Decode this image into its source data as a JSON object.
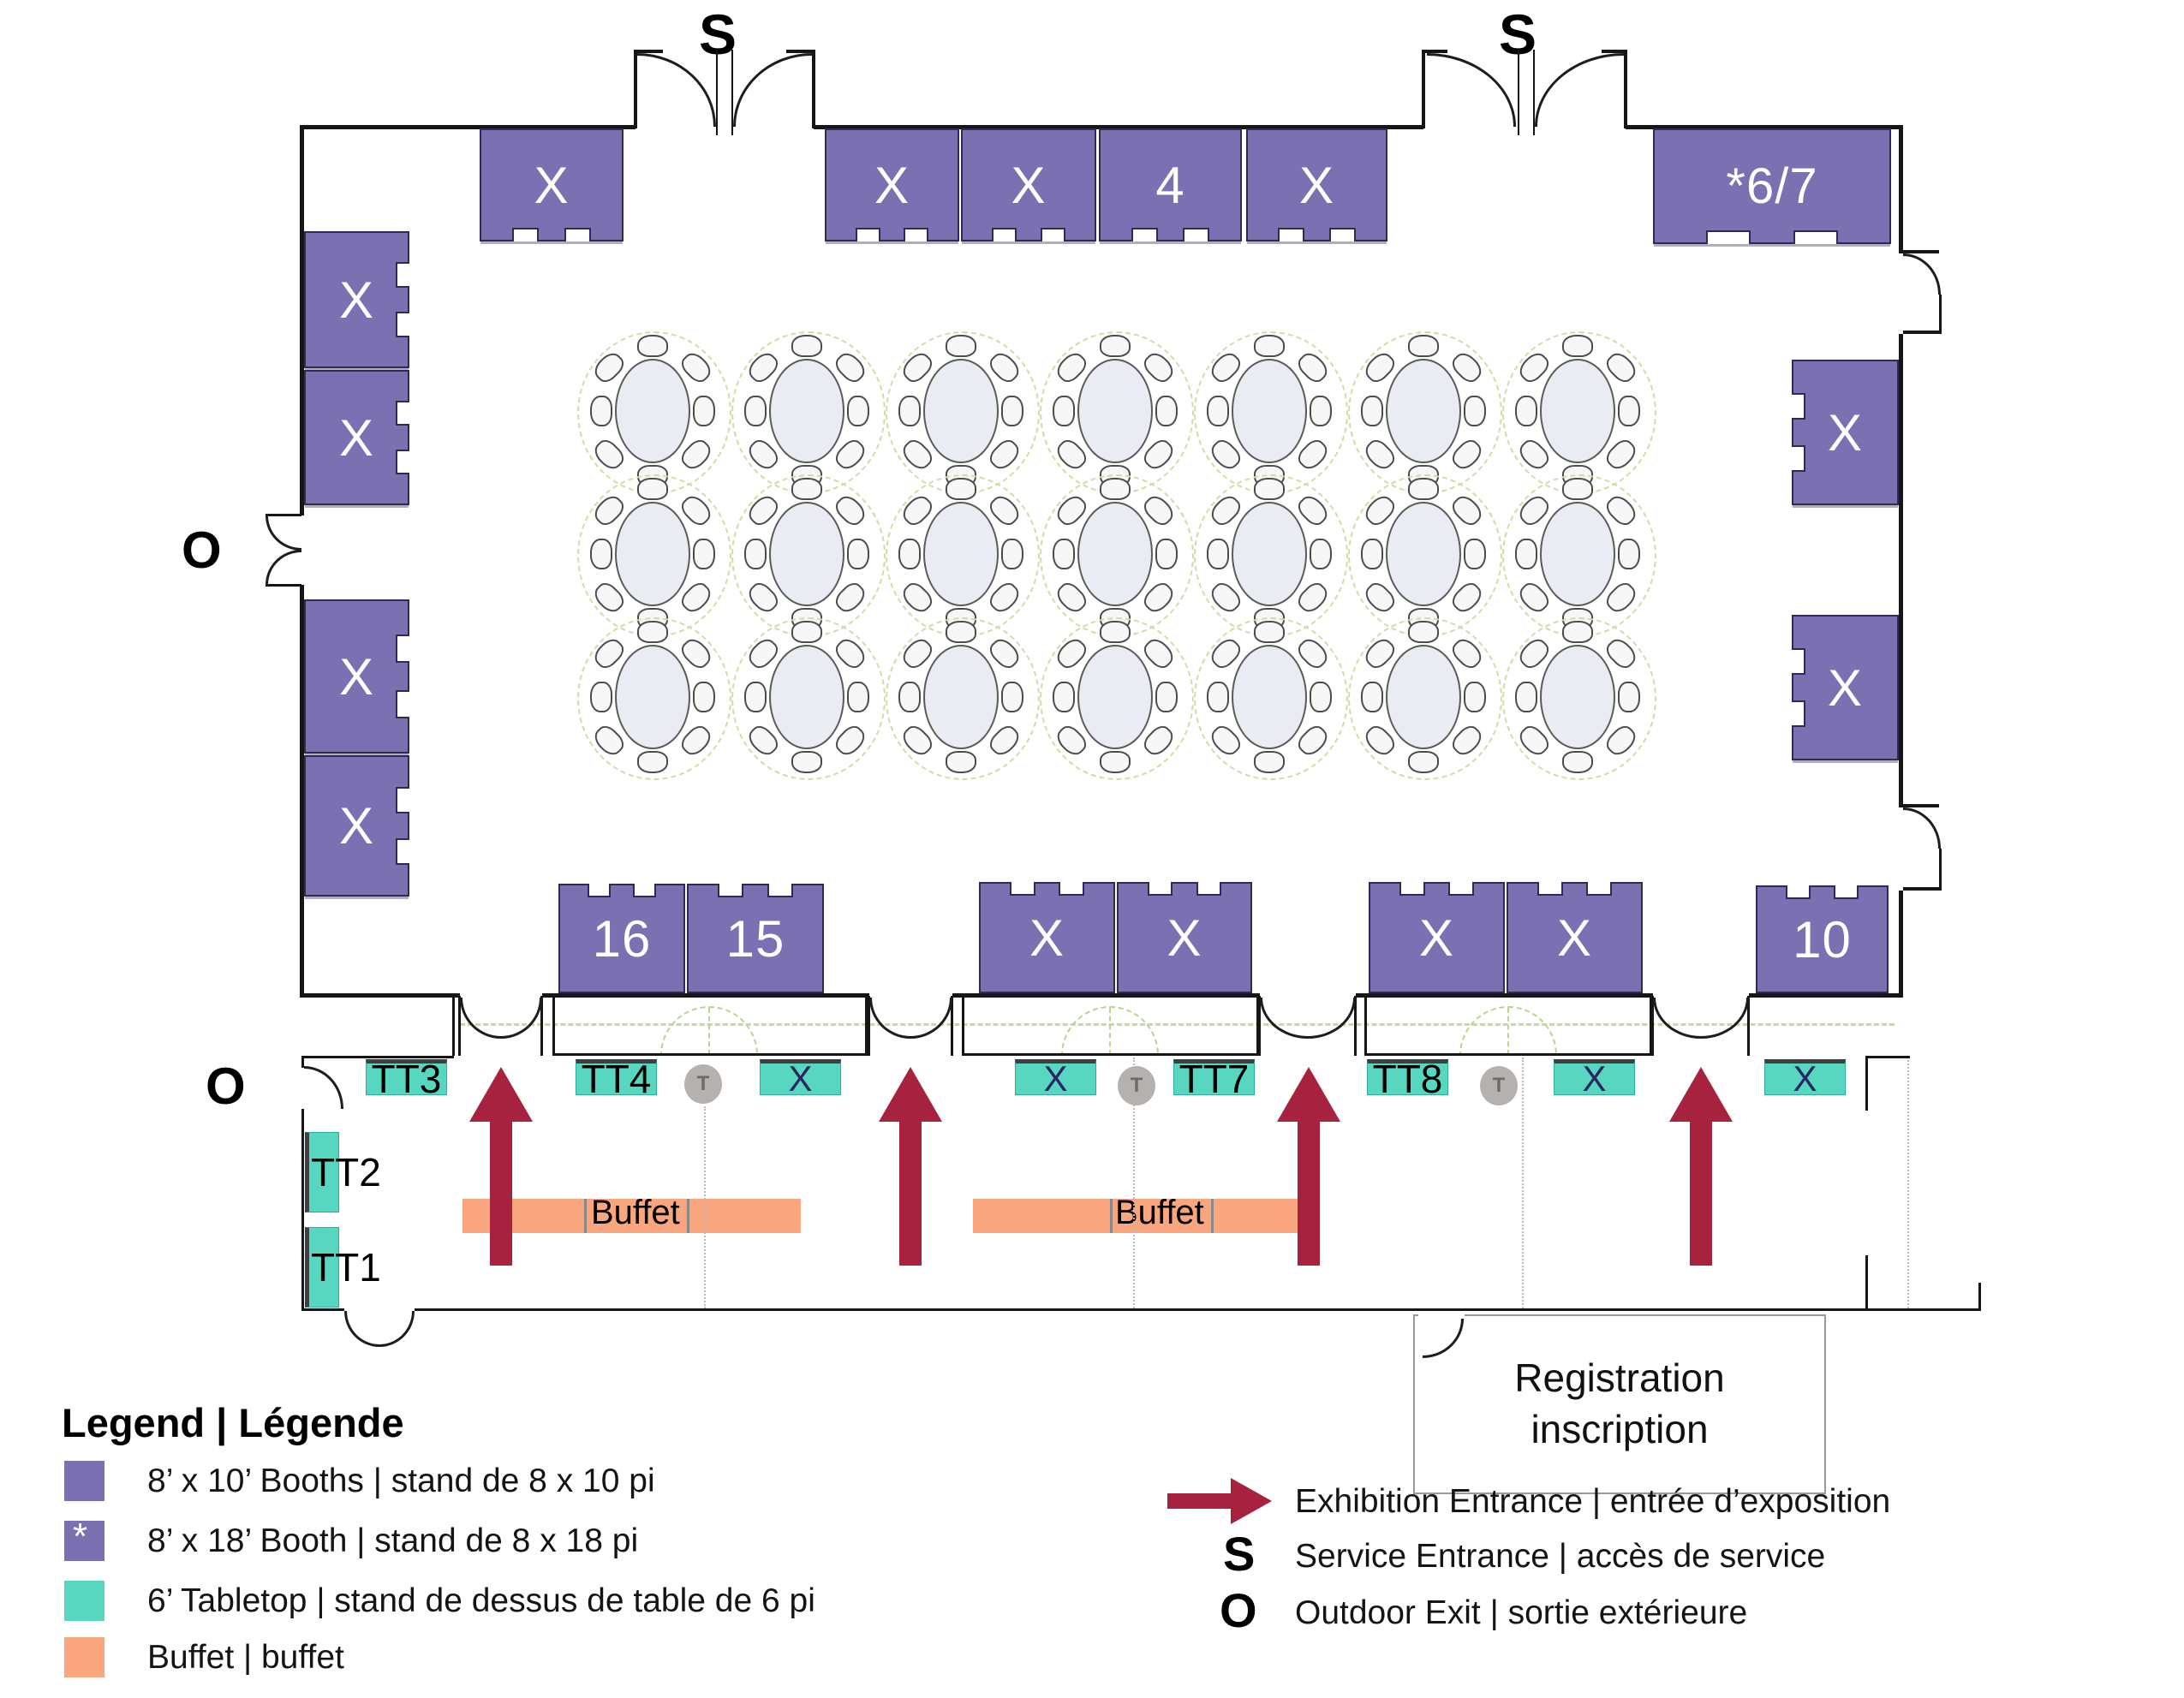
{
  "plan": {
    "service_entrance_label": "S",
    "outdoor_exit_label": "O",
    "registration": {
      "line1": "Registration",
      "line2": "inscription"
    },
    "buffet_label": "Buffet",
    "booths": {
      "top": [
        "X",
        "X",
        "X",
        "4",
        "X",
        "*6/7"
      ],
      "left": [
        "X",
        "X",
        "X",
        "X"
      ],
      "right": [
        "X",
        "X"
      ],
      "bottom": [
        "16",
        "15",
        "X",
        "X",
        "X",
        "X",
        "10"
      ]
    },
    "tabletops": {
      "horizontal": [
        "TT3",
        "TT4",
        "X",
        "X",
        "TT7",
        "TT8",
        "X",
        "X"
      ],
      "vertical": [
        "TT2",
        "TT1"
      ]
    },
    "tables": {
      "rows": 3,
      "cols": 7,
      "seats_per_table": 8
    }
  },
  "colors": {
    "booth_purple": "#7b70b2",
    "tabletop_teal": "#57d7bf",
    "buffet_orange": "#f9a67e",
    "entrance_red": "#a7223f"
  },
  "legend": {
    "title": "Legend | Légende",
    "items": [
      {
        "label": "8’ x 10’ Booths | stand de 8 x 10 pi",
        "mark": ""
      },
      {
        "label": "8’ x 18’ Booth | stand de 8 x 18 pi",
        "mark": "*"
      },
      {
        "label": "6’ Tabletop | stand de dessus de table de 6 pi",
        "mark": ""
      },
      {
        "label": "Buffet | buffet",
        "mark": ""
      }
    ],
    "symbols": [
      {
        "icon": "arrow-right",
        "label": "Exhibition Entrance | entrée d’exposition"
      },
      {
        "icon": "S",
        "label": "Service Entrance | accès de service"
      },
      {
        "icon": "O",
        "label": "Outdoor Exit | sortie extérieure"
      }
    ]
  }
}
